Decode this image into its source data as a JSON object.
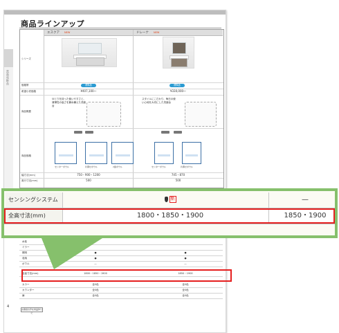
{
  "page": {
    "title": "商品ラインアップ",
    "side_label": "洗面化粧台",
    "page_number": "4",
    "footer_tag": "お客様の声を商品作りに"
  },
  "columns": [
    {
      "name": "エスクア",
      "badge": "NEW"
    },
    {
      "name": "ドレーナ",
      "badge": "NEW"
    }
  ],
  "rows": {
    "series": "シリーズ",
    "range": "価格帯",
    "price_label": "希望小売価格",
    "concept_label": "商品概要",
    "units_label": "商品価格",
    "width": "幅寸法(mm)",
    "depth": "奥行寸法(mm)"
  },
  "pills": [
    "標準品",
    "標準品"
  ],
  "prices": [
    "¥407,100〜",
    "¥330,000〜"
  ],
  "descriptions": [
    "ゆとりを持った使いやすさと、清掃性の高さを兼ね備えた洗面台",
    "スタイルにこだわり、毎日の使い心地を大切にした洗面台"
  ],
  "unit_labels_a": [
    "センターボウル",
    "片寄せボウル",
    "2連ボウル"
  ],
  "unit_labels_b": [
    "センターボウル",
    "片寄せボウル"
  ],
  "width_values": [
    "750・900・1200",
    "745・870"
  ],
  "depth_values": [
    "500",
    "500"
  ],
  "lower_rows": [
    {
      "label": "水栓",
      "c1": "",
      "c2": ""
    },
    {
      "label": "ミラー",
      "c1": "",
      "c2": ""
    },
    {
      "label": "照明",
      "c1": "●",
      "c2": "●"
    },
    {
      "label": "収納",
      "c1": "●",
      "c2": "●"
    },
    {
      "label": "ボウル",
      "c1": "—",
      "c2": "—"
    }
  ],
  "hl_row": {
    "label": "全高寸法(mm)",
    "c1": "1800・1850・1900",
    "c2": "1850・1900"
  },
  "after_rows": [
    {
      "label": "",
      "c1": "",
      "c2": ""
    },
    {
      "label": "カラー",
      "c1": "全5色",
      "c2": "全5色"
    },
    {
      "label": "カウンター",
      "c1": "全5色",
      "c2": "全5色"
    },
    {
      "label": "扉",
      "c1": "全5色",
      "c2": "全5色"
    }
  ],
  "zoom": {
    "row1_label": "センシングシステム",
    "row1_c1_mark": "新",
    "row1_c2": "—",
    "row2_label": "全高寸法(mm)",
    "row2_c1": "1800・1850・1900",
    "row2_c2": "1850・1900"
  },
  "colors": {
    "accent_green": "#86c06c",
    "highlight_red": "#e51e1e",
    "pill_blue": "#2b9bd2"
  }
}
